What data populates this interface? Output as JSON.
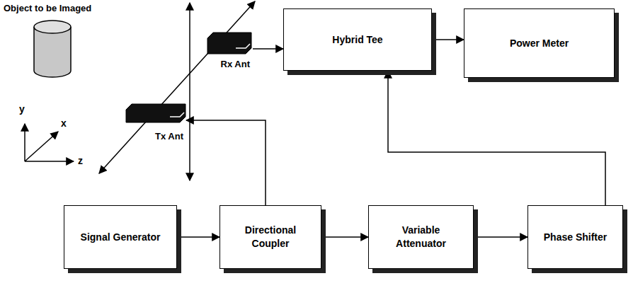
{
  "diagram": {
    "nodes": [
      {
        "text": [
          "Rx Ant"
        ]
      },
      {
        "text": [
          "Hybrid Tee"
        ]
      },
      {
        "text": [
          "Power Meter"
        ]
      },
      {
        "text": [
          "Tx Ant"
        ]
      },
      {
        "text": [
          "Signal Generator"
        ]
      },
      {
        "text": [
          "Directional Coupler"
        ]
      },
      {
        "text": [
          "Variable Attenuator"
        ]
      },
      {
        "text": [
          "Phase Shifter"
        ]
      }
    ],
    "edges": [
      {
        "from": 0,
        "to": 1,
        "arrow": "to"
      },
      {
        "from": 1,
        "to": 2,
        "arrow": "to"
      },
      {
        "from": 4,
        "to": 5,
        "arrow": "to"
      },
      {
        "from": 5,
        "to": 3,
        "arrow": "to"
      },
      {
        "from": 5,
        "to": 6,
        "arrow": "to"
      },
      {
        "from": 6,
        "to": 7,
        "arrow": "to"
      },
      {
        "from": 7,
        "to": 1,
        "arrow": "to"
      }
    ],
    "labels": [
      "Object to be Imaged",
      "y",
      "x",
      "z"
    ]
  }
}
